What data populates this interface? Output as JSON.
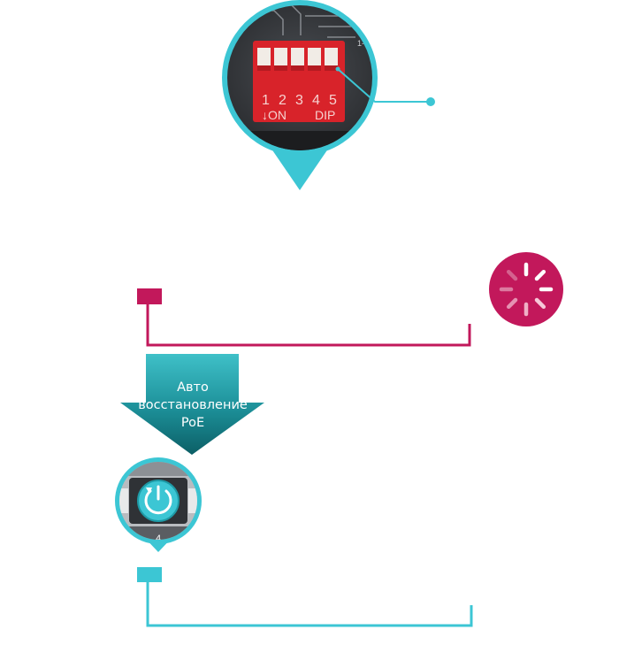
{
  "dip_switch": {
    "numbers": [
      "1",
      "2",
      "3",
      "4",
      "5"
    ],
    "on_label": "↓ON",
    "dip_label": "DIP"
  },
  "arrow_callout": {
    "lines": [
      "Авто",
      "восстановление",
      "PoE"
    ]
  },
  "port": {
    "number": "4"
  },
  "colors": {
    "magenta": "#c2185b",
    "teal": "#3cc6d4",
    "dip_red": "#d8232a",
    "arrow_top": "#2aaab4",
    "arrow_bottom": "#0e6f76"
  }
}
